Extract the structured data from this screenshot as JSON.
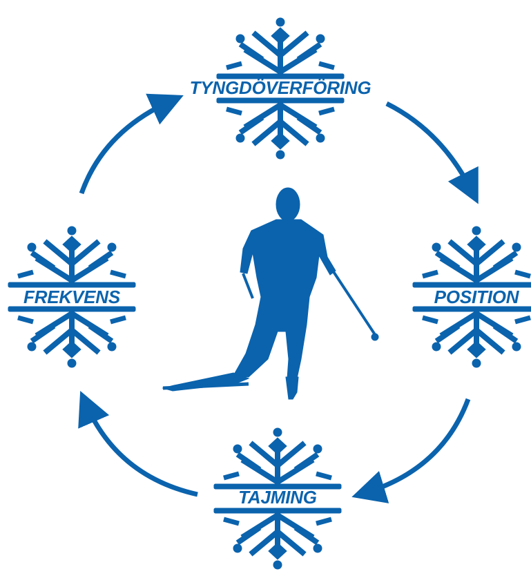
{
  "colors": {
    "primary": "#0b63ad",
    "background": "#ffffff"
  },
  "diagram": {
    "center_figure": {
      "icon": "cross-country-skier-icon"
    },
    "nodes": [
      {
        "id": "top",
        "label": "TYNGDÖVERFÖRING",
        "icon": "snowflake-icon"
      },
      {
        "id": "right",
        "label": "POSITION",
        "icon": "snowflake-icon"
      },
      {
        "id": "bottom",
        "label": "TAJMING",
        "icon": "snowflake-icon"
      },
      {
        "id": "left",
        "label": "FREKVENS",
        "icon": "snowflake-icon"
      }
    ],
    "cycle": [
      {
        "from": "top",
        "to": "right"
      },
      {
        "from": "right",
        "to": "bottom"
      },
      {
        "from": "bottom",
        "to": "left"
      },
      {
        "from": "left",
        "to": "top"
      }
    ]
  }
}
